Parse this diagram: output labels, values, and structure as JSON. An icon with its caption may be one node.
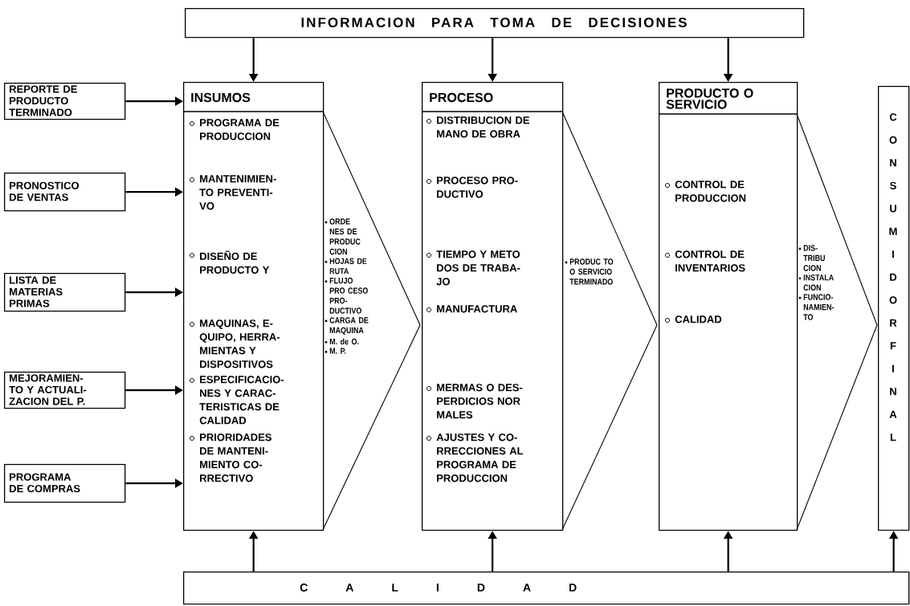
{
  "diagram": {
    "nodes": [
      {
        "text": [
          "INFORMACION PARA TOMA DE DECISIONES"
        ]
      },
      {
        "text": [
          "REPORTE DE PRODUCTO TERMINADO"
        ]
      },
      {
        "text": [
          "PRONOSTICO DE VENTAS"
        ]
      },
      {
        "text": [
          "LISTA DE MATERIAS PRIMAS"
        ]
      },
      {
        "text": [
          "MEJORAMIEN- TO Y ACTUALI- ZACION DEL P."
        ]
      },
      {
        "text": [
          "PROGRAMA DE COMPRAS"
        ]
      },
      {
        "text": [
          "INSUMOS",
          "PROGRAMA DE PRODUCCION",
          "MANTENIMIEN- TO PREVENTI- VO",
          "DISEÑO DE PRODUCTO Y",
          "MAQUINAS, E- QUIPO, HERRA- MIENTAS Y DISPOSITIVOS",
          "ESPECIFICACIO- NES Y CARAC- TERISTICAS DE CALIDAD",
          "PRIORIDADES DE MANTENI- MIENTO CO- RRECTIVO"
        ]
      },
      {
        "text": [
          "ORDE NES DE PRODUC CION",
          "HOJAS DE RUTA",
          "FLUJO PRO CESO PRO- DUCTIVO",
          "CARGA DE MAQUINA",
          "M. de O.",
          "M. P."
        ]
      },
      {
        "text": [
          "PROCESO",
          "DISTRIBUCION DE MANO DE OBRA",
          "PROCESO PRO- DUCTIVO",
          "TIEMPO Y METO DOS DE TRABA- JO",
          "MANUFACTURA",
          "MERMAS O DES- PERDICIOS NOR MALES",
          "AJUSTES Y CO- RRECCIONES AL PROGRAMA DE PRODUCCION"
        ]
      },
      {
        "text": [
          "PRODUC TO O SERVICIO TERMINADO"
        ]
      },
      {
        "text": [
          "PRODUCTO O SERVICIO",
          "CONTROL DE PRODUCCION",
          "CONTROL DE INVENTARIOS",
          "CALIDAD"
        ]
      },
      {
        "text": [
          "DIS- TRIBU CION",
          "INSTALA CION",
          "FUNCIO- NAMIEN- TO"
        ]
      },
      {
        "text": [
          "CONSUMIDOR FINAL"
        ]
      },
      {
        "text": [
          "C A L I D A D"
        ]
      }
    ],
    "edges": [
      {
        "from": 0,
        "to": 6,
        "arrow": "to"
      },
      {
        "from": 0,
        "to": 8,
        "arrow": "to"
      },
      {
        "from": 0,
        "to": 10,
        "arrow": "to"
      },
      {
        "from": 1,
        "to": 6,
        "arrow": "to"
      },
      {
        "from": 2,
        "to": 6,
        "arrow": "to"
      },
      {
        "from": 3,
        "to": 6,
        "arrow": "to"
      },
      {
        "from": 4,
        "to": 6,
        "arrow": "to"
      },
      {
        "from": 5,
        "to": 6,
        "arrow": "to"
      },
      {
        "from": 13,
        "to": 6,
        "arrow": "to"
      },
      {
        "from": 13,
        "to": 8,
        "arrow": "to"
      },
      {
        "from": 13,
        "to": 10,
        "arrow": "to"
      },
      {
        "from": 13,
        "to": 12,
        "arrow": "to"
      }
    ]
  }
}
